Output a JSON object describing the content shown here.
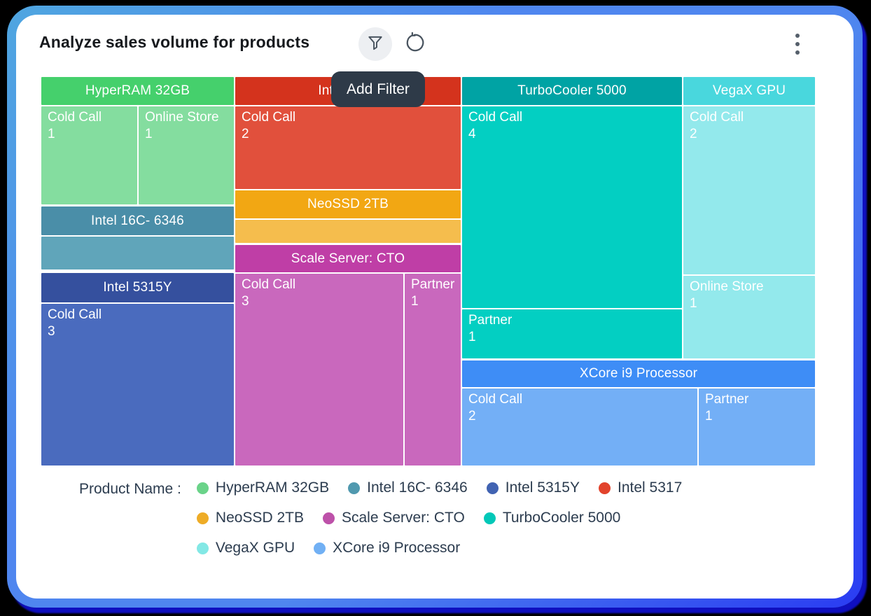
{
  "header": {
    "title": "Analyze sales volume for products",
    "filter_tooltip": "Add Filter"
  },
  "chart_data": {
    "type": "treemap",
    "title": "Analyze sales volume for products",
    "value_semantics": "sales volume (count of deals per lead source per product)",
    "products": [
      {
        "name": "HyperRAM 32GB",
        "header_color": "#45d06c",
        "cell_color": "#84dd9f",
        "cells": [
          {
            "source": "Cold Call",
            "value": "1"
          },
          {
            "source": "Online Store",
            "value": "1"
          }
        ]
      },
      {
        "name": "Intel 5317",
        "header_color": "#d4331d",
        "cell_color": "#e1503c",
        "cells": [
          {
            "source": "Cold Call",
            "value": "2"
          }
        ]
      },
      {
        "name": "TurboCooler 5000",
        "header_color": "#00a3a4",
        "cell_color": "#03cfc2",
        "cells": [
          {
            "source": "Cold Call",
            "value": "4"
          },
          {
            "source": "Partner",
            "value": "1"
          }
        ]
      },
      {
        "name": "VegaX GPU",
        "header_color": "#49d7dd",
        "cell_color": "#93e9ec",
        "cells": [
          {
            "source": "Cold Call",
            "value": "2"
          },
          {
            "source": "Online Store",
            "value": "1"
          }
        ]
      },
      {
        "name": "Intel 16C- 6346",
        "header_color": "#4a8ea8",
        "cell_color": "#60a5ba",
        "cells": [
          {
            "source": "",
            "value": ""
          }
        ]
      },
      {
        "name": "NeoSSD 2TB",
        "header_color": "#f2a713",
        "cell_color": "#f5bd4d",
        "cells": [
          {
            "source": "",
            "value": ""
          }
        ]
      },
      {
        "name": "Scale Server: CTO",
        "header_color": "#bf3ea6",
        "cell_color": "#c968bd",
        "cells": [
          {
            "source": "Cold Call",
            "value": "3"
          },
          {
            "source": "Partner",
            "value": "1"
          }
        ]
      },
      {
        "name": "Intel 5315Y",
        "header_color": "#35509e",
        "cell_color": "#4a6bbe",
        "cells": [
          {
            "source": "Cold Call",
            "value": "3"
          }
        ]
      },
      {
        "name": "XCore i9 Processor",
        "header_color": "#3e8df6",
        "cell_color": "#73aff6",
        "cells": [
          {
            "source": "Cold Call",
            "value": "2"
          },
          {
            "source": "Partner",
            "value": "1"
          }
        ]
      }
    ],
    "legend": {
      "label": "Product Name :",
      "items": [
        {
          "name": "HyperRAM 32GB",
          "color": "#6ad389"
        },
        {
          "name": "Intel 16C- 6346",
          "color": "#5099af"
        },
        {
          "name": "Intel 5315Y",
          "color": "#4163b2"
        },
        {
          "name": "Intel 5317",
          "color": "#e2432c"
        },
        {
          "name": "NeoSSD 2TB",
          "color": "#eeac27"
        },
        {
          "name": "Scale Server: CTO",
          "color": "#bd51a9"
        },
        {
          "name": "TurboCooler 5000",
          "color": "#02c8b8"
        },
        {
          "name": "VegaX GPU",
          "color": "#83e8e5"
        },
        {
          "name": "XCore i9 Processor",
          "color": "#71b0f4"
        }
      ]
    }
  }
}
